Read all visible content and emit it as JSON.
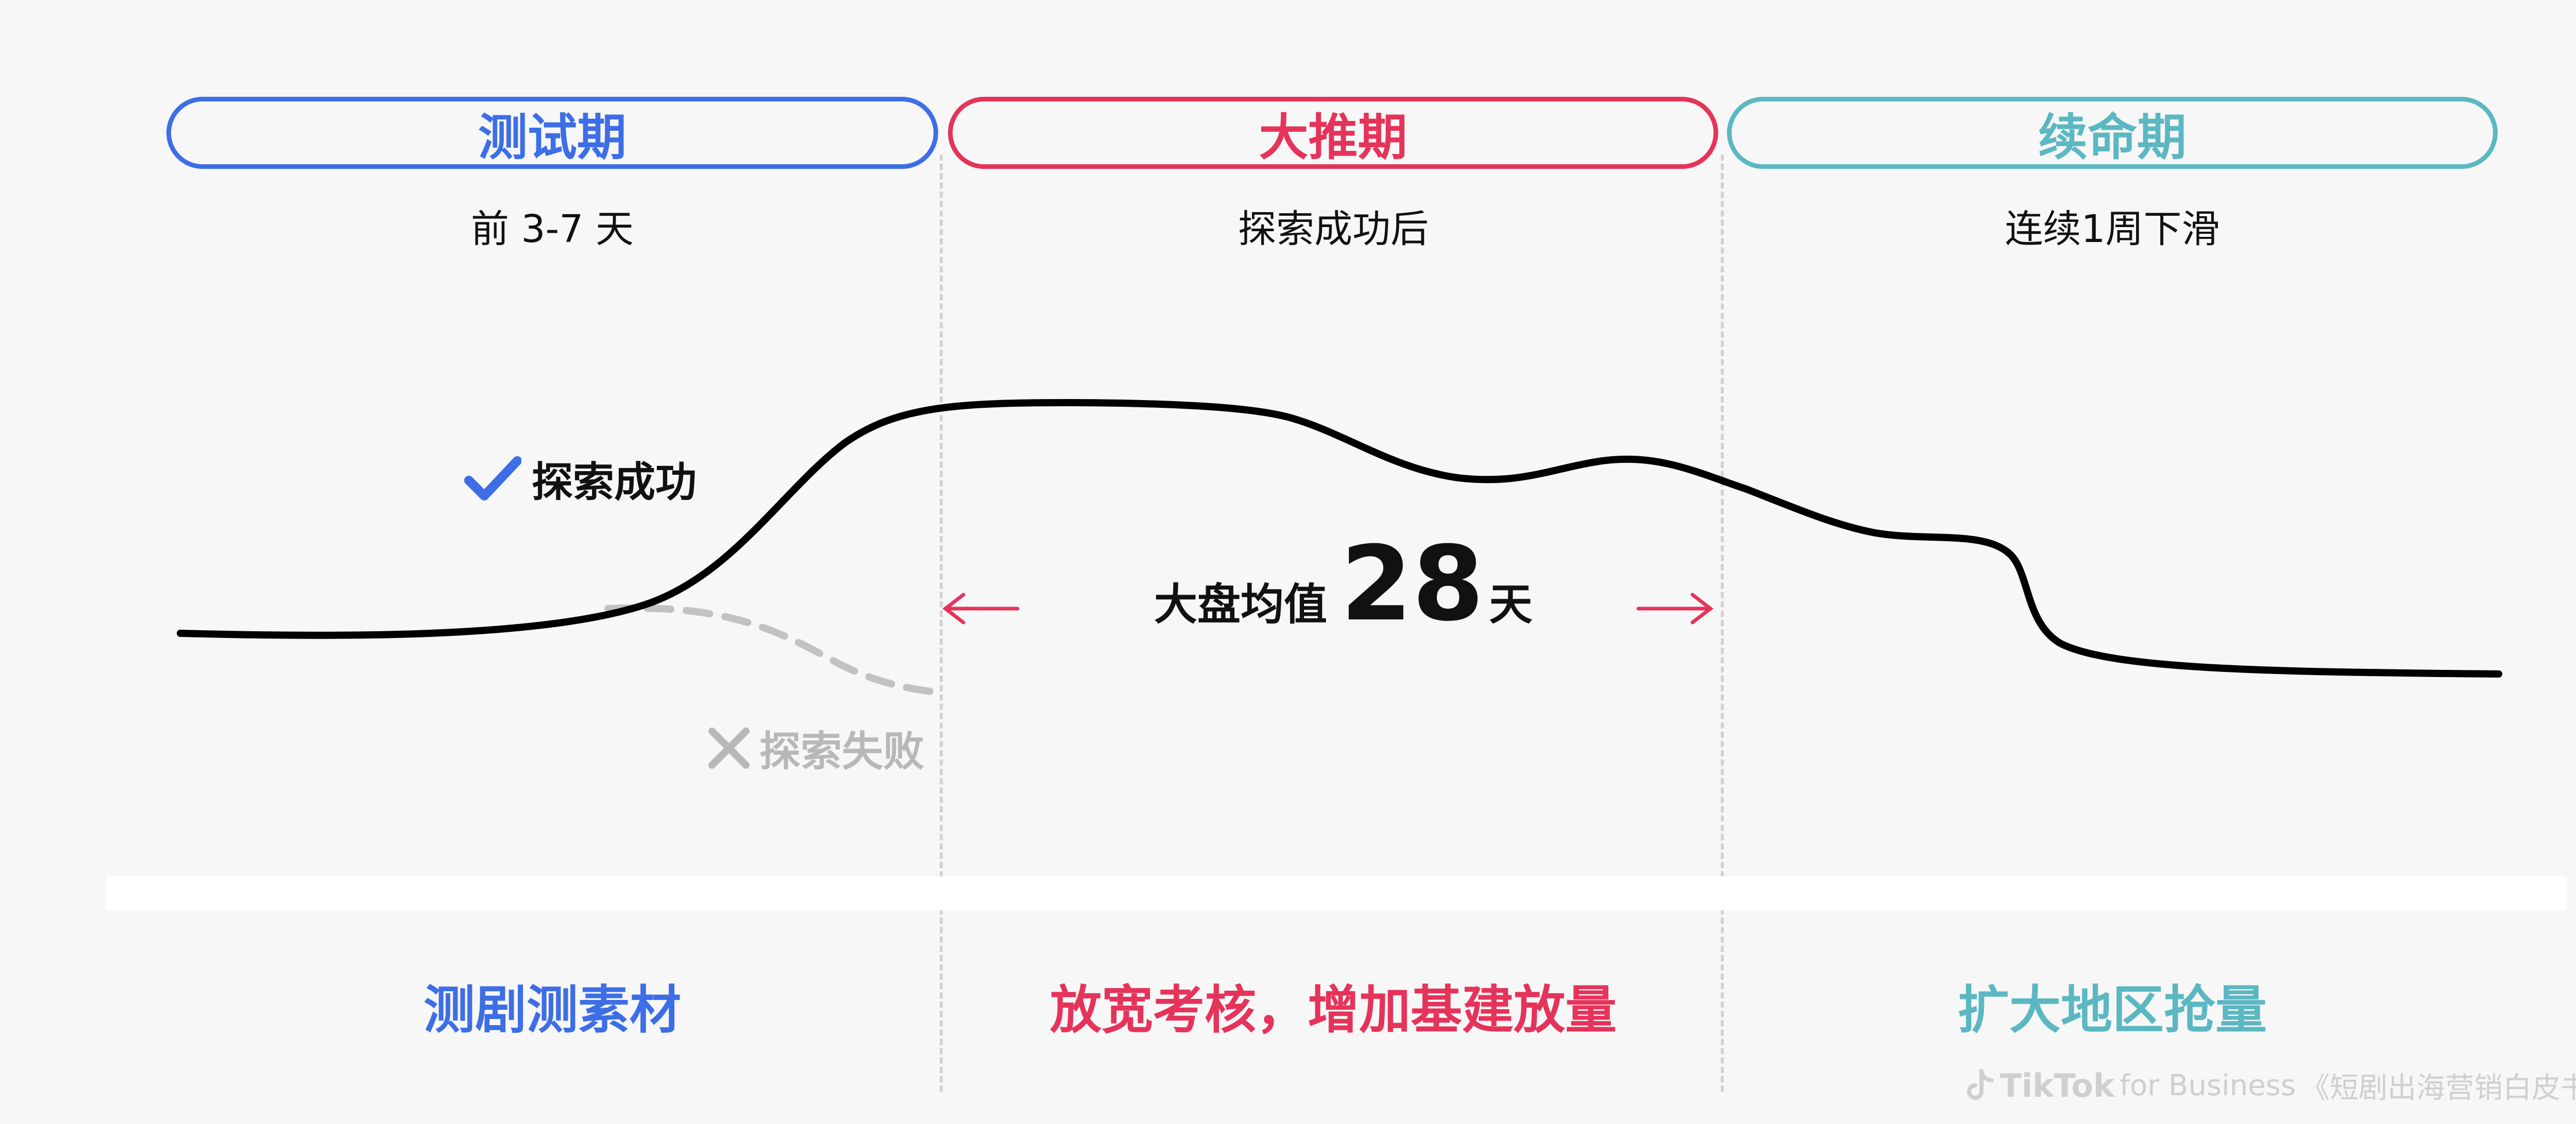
{
  "phases": [
    {
      "title": "测试期",
      "subtitle": "前 3-7 天",
      "color": "#3d6ee6",
      "strategy": "测剧测素材"
    },
    {
      "title": "大推期",
      "subtitle": "探索成功后",
      "color": "#e6335a",
      "strategy": "放宽考核，增加基建放量"
    },
    {
      "title": "续命期",
      "subtitle": "连续1周下滑",
      "color": "#5bb8c2",
      "strategy": "扩大地区抢量"
    }
  ],
  "markers": {
    "success": {
      "label": "探索成功",
      "icon": "check-icon",
      "color": "#3d6ee6"
    },
    "failure": {
      "label": "探索失败",
      "icon": "cross-icon",
      "color": "#b8b8b8"
    }
  },
  "average": {
    "label": "大盘均值",
    "value": "28",
    "unit": "天",
    "arrow_color": "#e6335a"
  },
  "watermark": {
    "brand": "TikTok",
    "suffix": "for Business",
    "source": "《短剧出海营销白皮书》"
  }
}
